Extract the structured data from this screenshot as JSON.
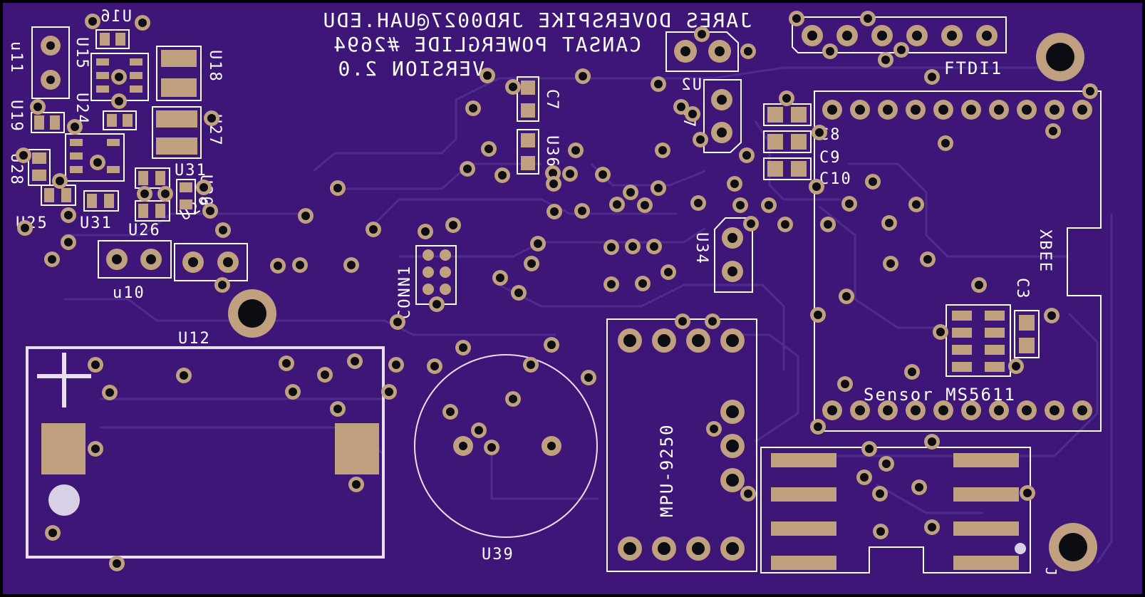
{
  "colors": {
    "board": "#3d1677",
    "trace": "#55349a",
    "pad": "#bfa17f",
    "hole": "#0d0d14",
    "silk": "#ffffff",
    "outline": "#000000"
  },
  "silk_text": {
    "line1": "JARES DOVERSPIKE JRD0027@UAH.EDU",
    "line2": "CANSAT POWERGLIDE #2694",
    "line3": "VERSION 2.0"
  },
  "labels": {
    "u16": "U16",
    "u11": "u11",
    "u15": "U15",
    "u24": "U24",
    "u18": "U18",
    "u19": "U19",
    "u28": "U28",
    "u27": "U27",
    "u31": "U31",
    "u25": "U25",
    "u26": "U26",
    "u29": "U29",
    "u30": "U30",
    "u10": "u10",
    "u12": "U12",
    "u2": "U2",
    "u7": "u7",
    "c7": "C7",
    "u36": "U36",
    "c8": "C8",
    "c9": "C9",
    "c10": "C10",
    "ftdi": "FTDI1",
    "xbee": "XBEE",
    "c3": "C3",
    "sensor": "Sensor  MS5611",
    "u34": "U34",
    "conn": "CONN1",
    "mpu": "MPU-9250",
    "u39": "U39",
    "j1": "J"
  }
}
